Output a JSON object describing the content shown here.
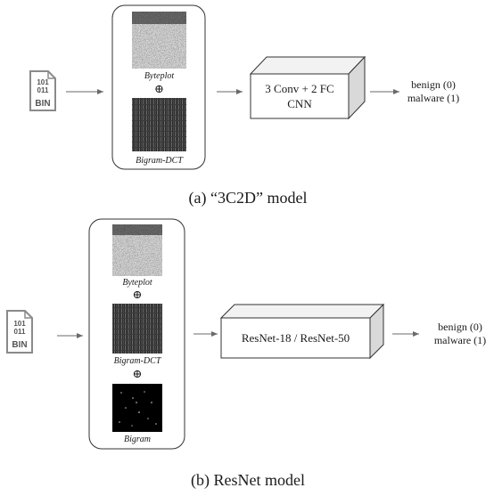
{
  "diagram_a": {
    "file_icon": {
      "line1": "101",
      "line2": "011",
      "line3": "BIN"
    },
    "images": {
      "top": "Byteplot",
      "bottom": "Bigram-DCT"
    },
    "concat_symbol": "⊕",
    "model_line1": "3 Conv + 2 FC",
    "model_line2": "CNN",
    "output_line1": "benign (0)",
    "output_line2": "malware (1)",
    "caption": "(a) “3C2D” model"
  },
  "diagram_b": {
    "file_icon": {
      "line1": "101",
      "line2": "011",
      "line3": "BIN"
    },
    "images": {
      "top": "Byteplot",
      "middle": "Bigram-DCT",
      "bottom": "Bigram"
    },
    "concat_symbol": "⊕",
    "model_line1": "ResNet-18 / ResNet-50",
    "output_line1": "benign (0)",
    "output_line2": "malware (1)",
    "caption": "(b) ResNet model"
  },
  "colors": {
    "icon_gray": "#8a8a8a",
    "arrow": "#6a6a6a",
    "box_face": "#ffffff",
    "box_side": "#d9d9d9"
  }
}
